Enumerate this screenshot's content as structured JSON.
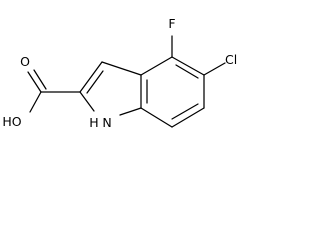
{
  "molecule": {
    "atoms": {
      "chlorine": "Cl",
      "fluorine": "F",
      "hydroxyl": "HO",
      "carbonyl_oxygen": "O",
      "ring_nitrogen": "N",
      "ring_hydrogen": "H"
    }
  }
}
